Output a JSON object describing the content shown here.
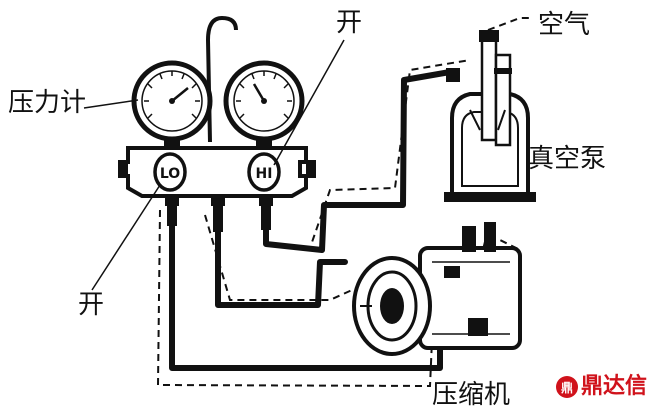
{
  "labels": {
    "pressure_gauge": "压力计",
    "open_top": "开",
    "open_bottom": "开",
    "air": "空气",
    "vacuum_pump": "真空泵",
    "compressor": "压缩机"
  },
  "manifold": {
    "lo_valve": "LO",
    "hi_valve": "HI"
  },
  "watermark": {
    "logo": "鼎",
    "text": "鼎达信"
  },
  "colors": {
    "line": "#111111",
    "background": "#ffffff",
    "watermark": "#d0121b"
  }
}
